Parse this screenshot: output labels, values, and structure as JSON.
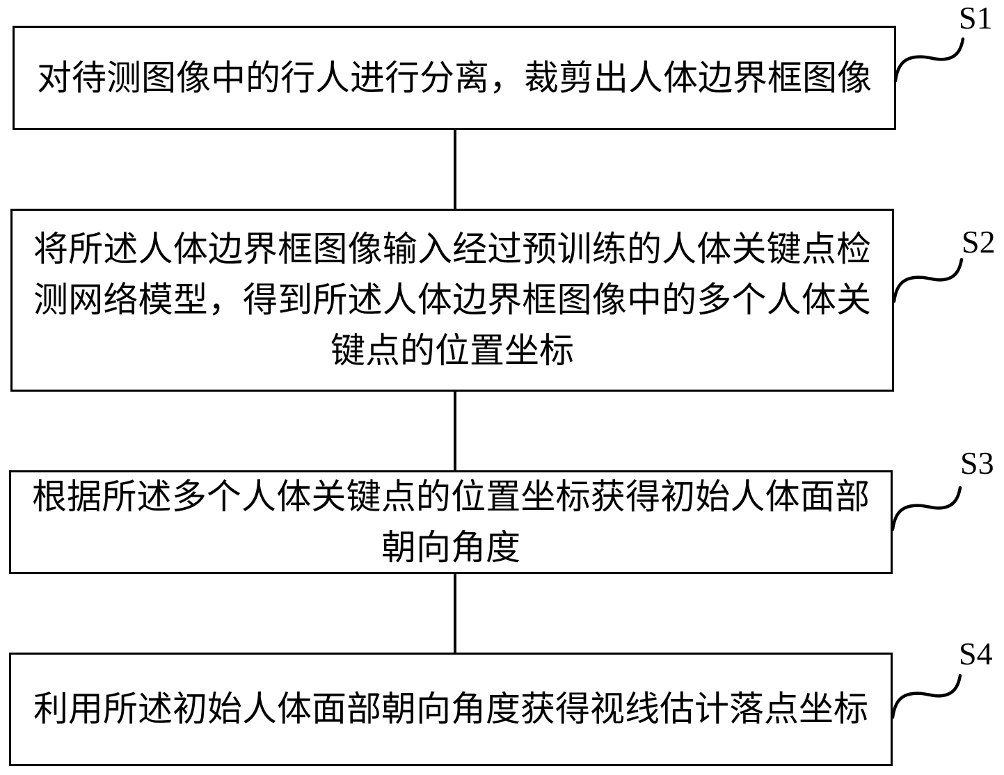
{
  "figure": {
    "type": "flowchart",
    "background_color": "#ffffff",
    "line_color": "#000000",
    "steps": [
      {
        "label": "S1",
        "text": "对待测图像中的行人进行分离，裁剪出人体边界框图像"
      },
      {
        "label": "S2",
        "text": "将所述人体边界框图像输入经过预训练的人体关键点检测网络模型，得到所述人体边界框图像中的多个人体关键点的位置坐标"
      },
      {
        "label": "S3",
        "text": "根据所述多个人体关键点的位置坐标获得初始人体面部朝向角度"
      },
      {
        "label": "S4",
        "text": "利用所述初始人体面部朝向角度获得视线估计落点坐标"
      }
    ]
  }
}
